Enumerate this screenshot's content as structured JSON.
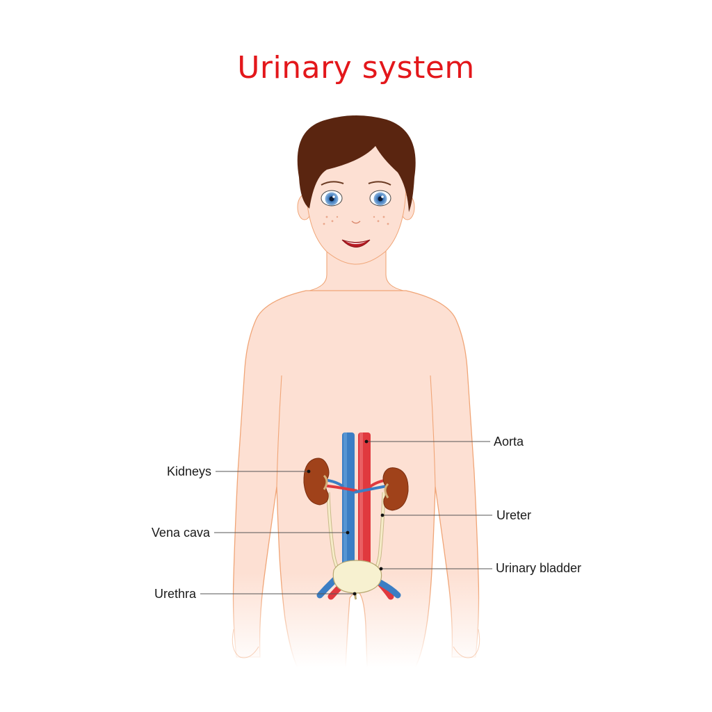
{
  "title": "Urinary system",
  "colors": {
    "title": "#e3171b",
    "skin": "#fde0d3",
    "skin_outline": "#f0a577",
    "hair": "#5a2510",
    "vein": "#3b7ec4",
    "artery": "#e0393e",
    "kidney": "#a0421a",
    "ureter": "#f6ecc8",
    "bladder": "#f7f1d0"
  },
  "labels": {
    "kidneys": "Kidneys",
    "vena_cava": "Vena cava",
    "urethra": "Urethra",
    "aorta": "Aorta",
    "ureter": "Ureter",
    "urinary_bladder": "Urinary bladder"
  }
}
